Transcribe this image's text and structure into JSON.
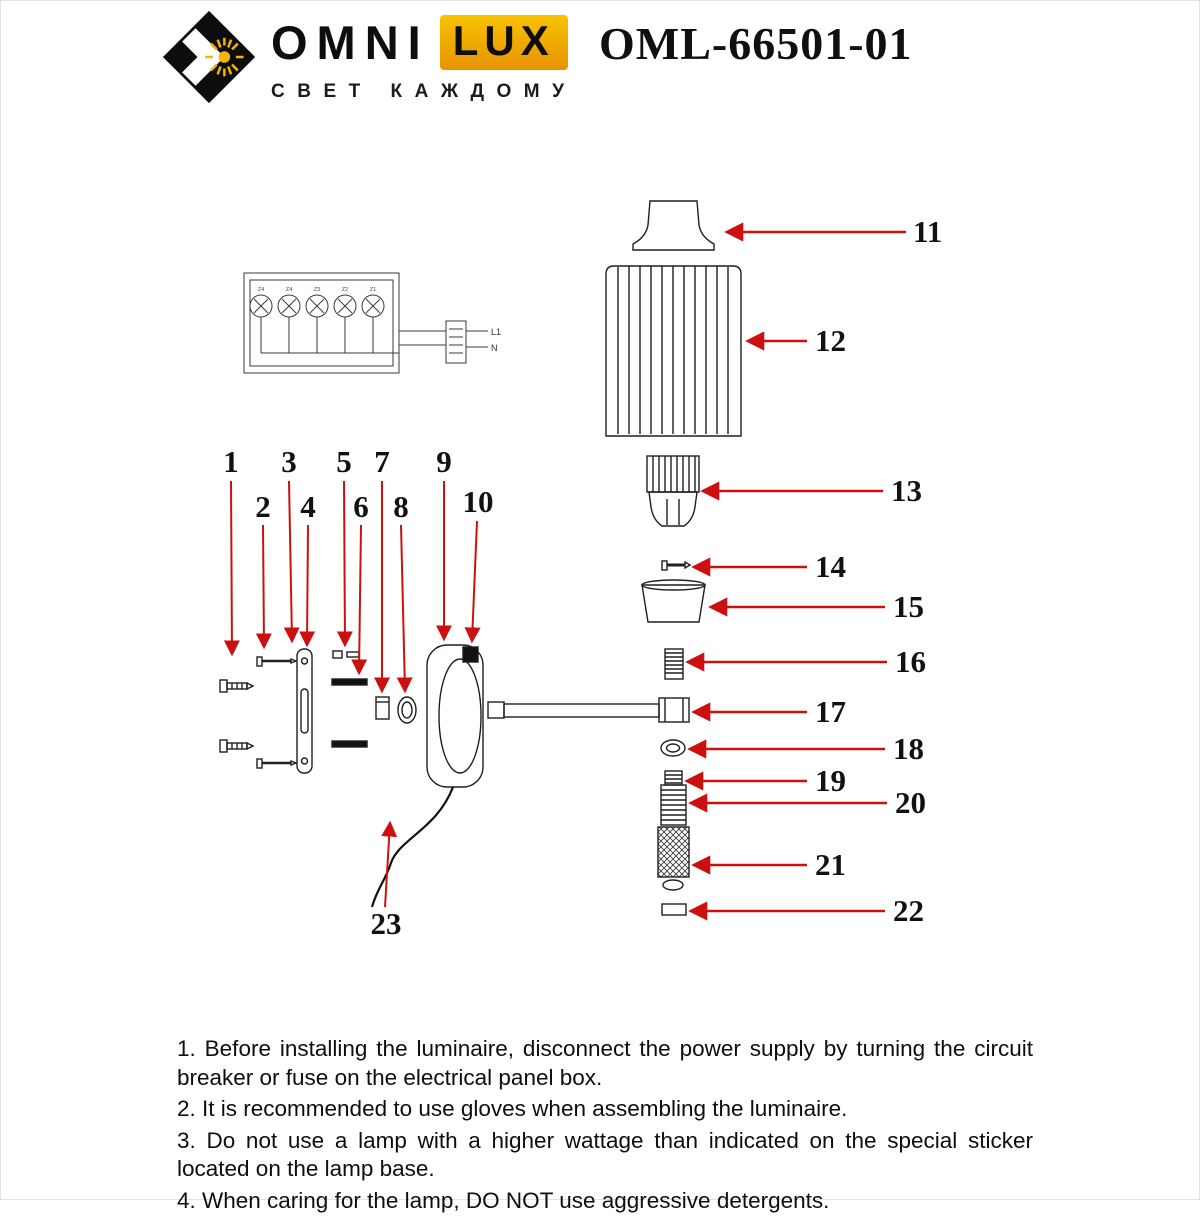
{
  "header": {
    "brand": {
      "omni": "OMNI",
      "lux": "LUX",
      "tagline": "СВЕТ КАЖДОМУ"
    },
    "model": "OML-66501-01"
  },
  "wiring": {
    "labels": [
      "Z4",
      "Z4",
      "Z3",
      "Z2",
      "Z1"
    ],
    "l1": "L1",
    "n": "N"
  },
  "callouts": {
    "c1": "1",
    "c2": "2",
    "c3": "3",
    "c4": "4",
    "c5": "5",
    "c6": "6",
    "c7": "7",
    "c8": "8",
    "c9": "9",
    "c10": "10",
    "c11": "11",
    "c12": "12",
    "c13": "13",
    "c14": "14",
    "c15": "15",
    "c16": "16",
    "c17": "17",
    "c18": "18",
    "c19": "19",
    "c20": "20",
    "c21": "21",
    "c22": "22",
    "c23": "23"
  },
  "instructions": [
    "1. Before installing the luminaire, disconnect the power supply by turning the circuit breaker or fuse on the electrical panel box.",
    "2. It is recommended to use gloves when assembling the luminaire.",
    "3. Do not use a lamp with a higher wattage than indicated on the special sticker located on the lamp base.",
    "4. When caring for the lamp, DO NOT use aggressive detergents."
  ],
  "colors": {
    "arrow": "#cc1010",
    "ink": "#1f1f1f",
    "brand_yellow": "#f3ae00"
  }
}
